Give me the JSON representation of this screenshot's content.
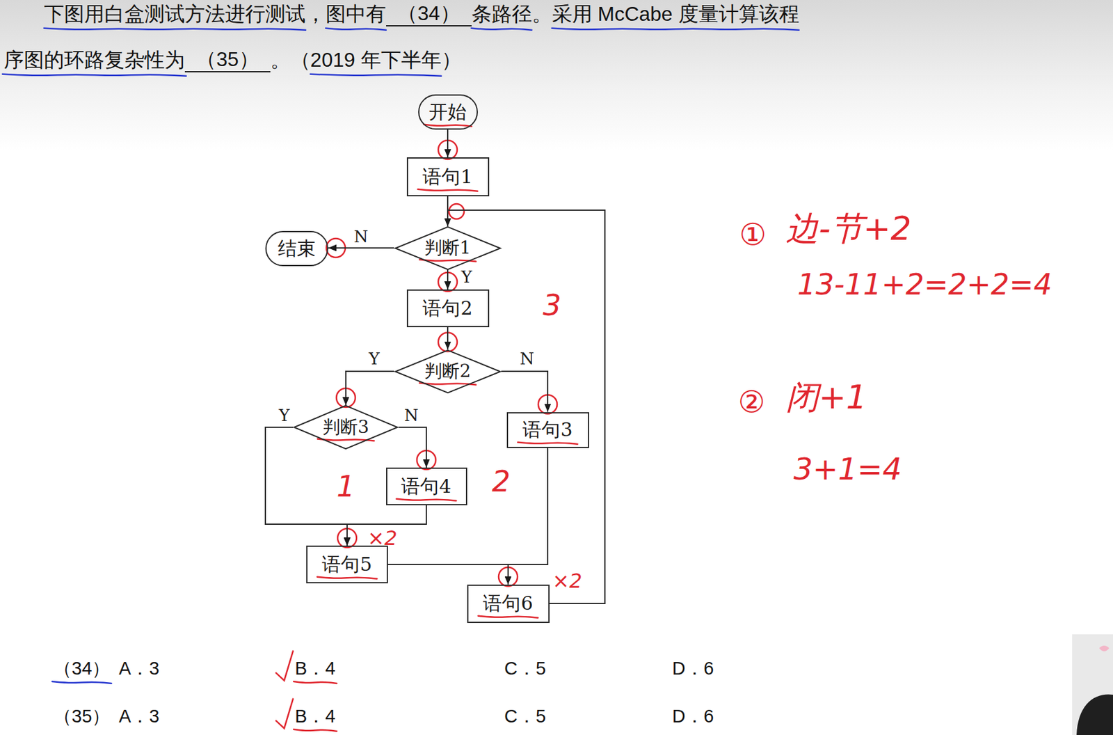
{
  "diagram": {
    "nodes": [
      {
        "text": [
          "开始"
        ]
      },
      {
        "text": [
          "语句1"
        ]
      },
      {
        "text": [
          "判断1"
        ]
      },
      {
        "text": [
          "结束"
        ]
      },
      {
        "text": [
          "语句2"
        ]
      },
      {
        "text": [
          "判断2"
        ]
      },
      {
        "text": [
          "判断3"
        ]
      },
      {
        "text": [
          "语句3"
        ]
      },
      {
        "text": [
          "语句4"
        ]
      },
      {
        "text": [
          "语句5"
        ]
      },
      {
        "text": [
          "语句6"
        ]
      }
    ],
    "edges": [
      {
        "from": 0,
        "to": 1,
        "arrow": "to"
      },
      {
        "from": 1,
        "to": 2,
        "arrow": "to"
      },
      {
        "from": 2,
        "to": 3,
        "label": "N",
        "arrow": "to"
      },
      {
        "from": 2,
        "to": 4,
        "label": "Y",
        "arrow": "to"
      },
      {
        "from": 4,
        "to": 5,
        "arrow": "to"
      },
      {
        "from": 5,
        "to": 6,
        "label": "Y",
        "arrow": "to"
      },
      {
        "from": 5,
        "to": 7,
        "label": "N",
        "arrow": "to"
      },
      {
        "from": 6,
        "to": 8,
        "label": "N",
        "arrow": "to"
      },
      {
        "from": 6,
        "to": 9,
        "label": "Y",
        "arrow": "to"
      },
      {
        "from": 8,
        "to": 9,
        "arrow": "to"
      },
      {
        "from": 9,
        "to": 10,
        "arrow": "to"
      },
      {
        "from": 7,
        "to": 10,
        "arrow": "to"
      },
      {
        "from": 10,
        "to": 2,
        "arrow": "to"
      }
    ],
    "labels": [
      "下图用白盒测试方法进行测试，图中有",
      "（34）",
      "条路径。采用 McCabe 度量计算该程",
      "序图的环路复杂性为",
      "（35）",
      "。（2019 年下半年）",
      "3",
      "1",
      "2",
      "×2",
      "×2",
      "①",
      "边-节+2",
      "13-11+2=2+2=4",
      "②",
      "闭+1",
      "3+1=4",
      "（34）",
      "A．3",
      "B．4",
      "C．5",
      "D．6",
      "（35）",
      "A．3",
      "B．4",
      "C．5",
      "D．6"
    ]
  }
}
